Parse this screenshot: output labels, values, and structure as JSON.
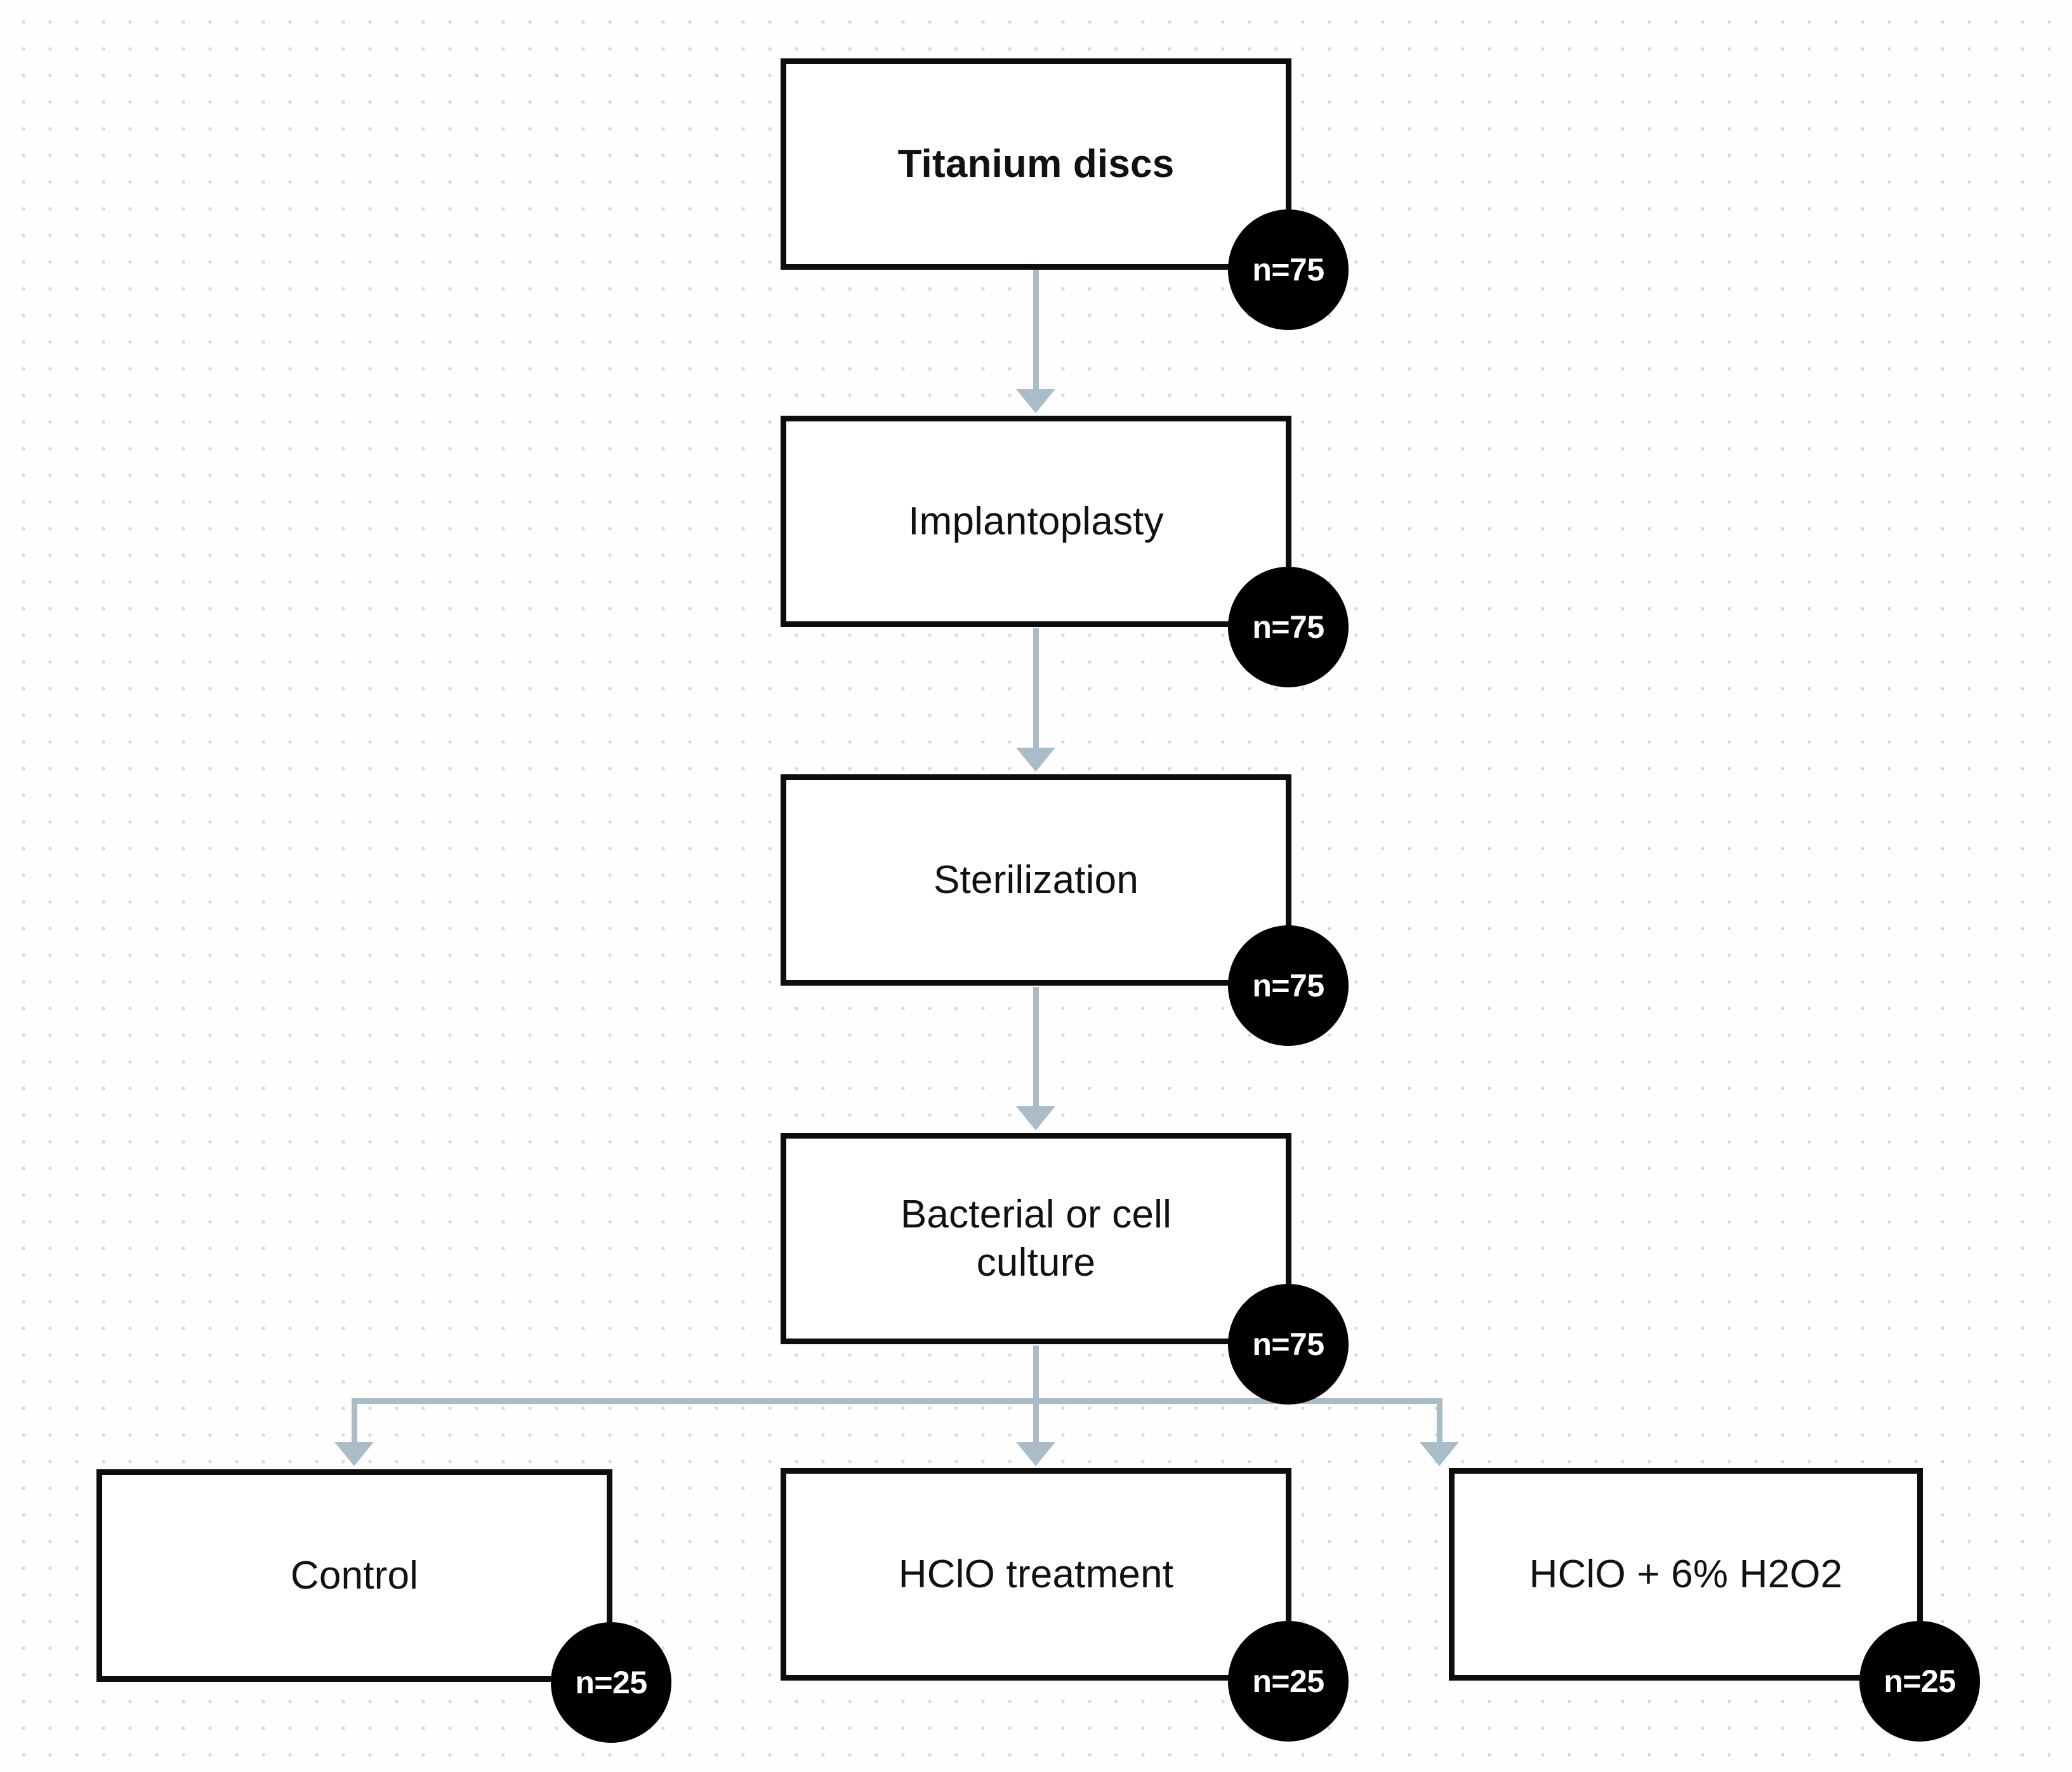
{
  "diagram": {
    "title": "Titanium disc experimental workflow flowchart",
    "accent_color": "#a9bcc8",
    "box_border_color": "#0d0d0d",
    "badge_color": "#000000",
    "badge_text_color": "#ffffff",
    "background_color": "#fefefe",
    "grid_dot_color": "#d8d8d8"
  },
  "nodes": [
    {
      "id": "titanium-discs",
      "label": "Titanium discs",
      "badge": "n=75",
      "bold": true
    },
    {
      "id": "implantoplasty",
      "label": "Implantoplasty",
      "badge": "n=75",
      "bold": false
    },
    {
      "id": "sterilization",
      "label": "Sterilization",
      "badge": "n=75",
      "bold": false
    },
    {
      "id": "culture",
      "label": "Bacterial or cell\nculture",
      "badge": "n=75",
      "bold": false
    },
    {
      "id": "control",
      "label": "Control",
      "badge": "n=25",
      "bold": false
    },
    {
      "id": "hclo-treatment",
      "label": "HClO treatment",
      "badge": "n=25",
      "bold": false
    },
    {
      "id": "hclo-h2o2",
      "label": "HClO + 6% H2O2",
      "badge": "n=25",
      "bold": false
    }
  ]
}
